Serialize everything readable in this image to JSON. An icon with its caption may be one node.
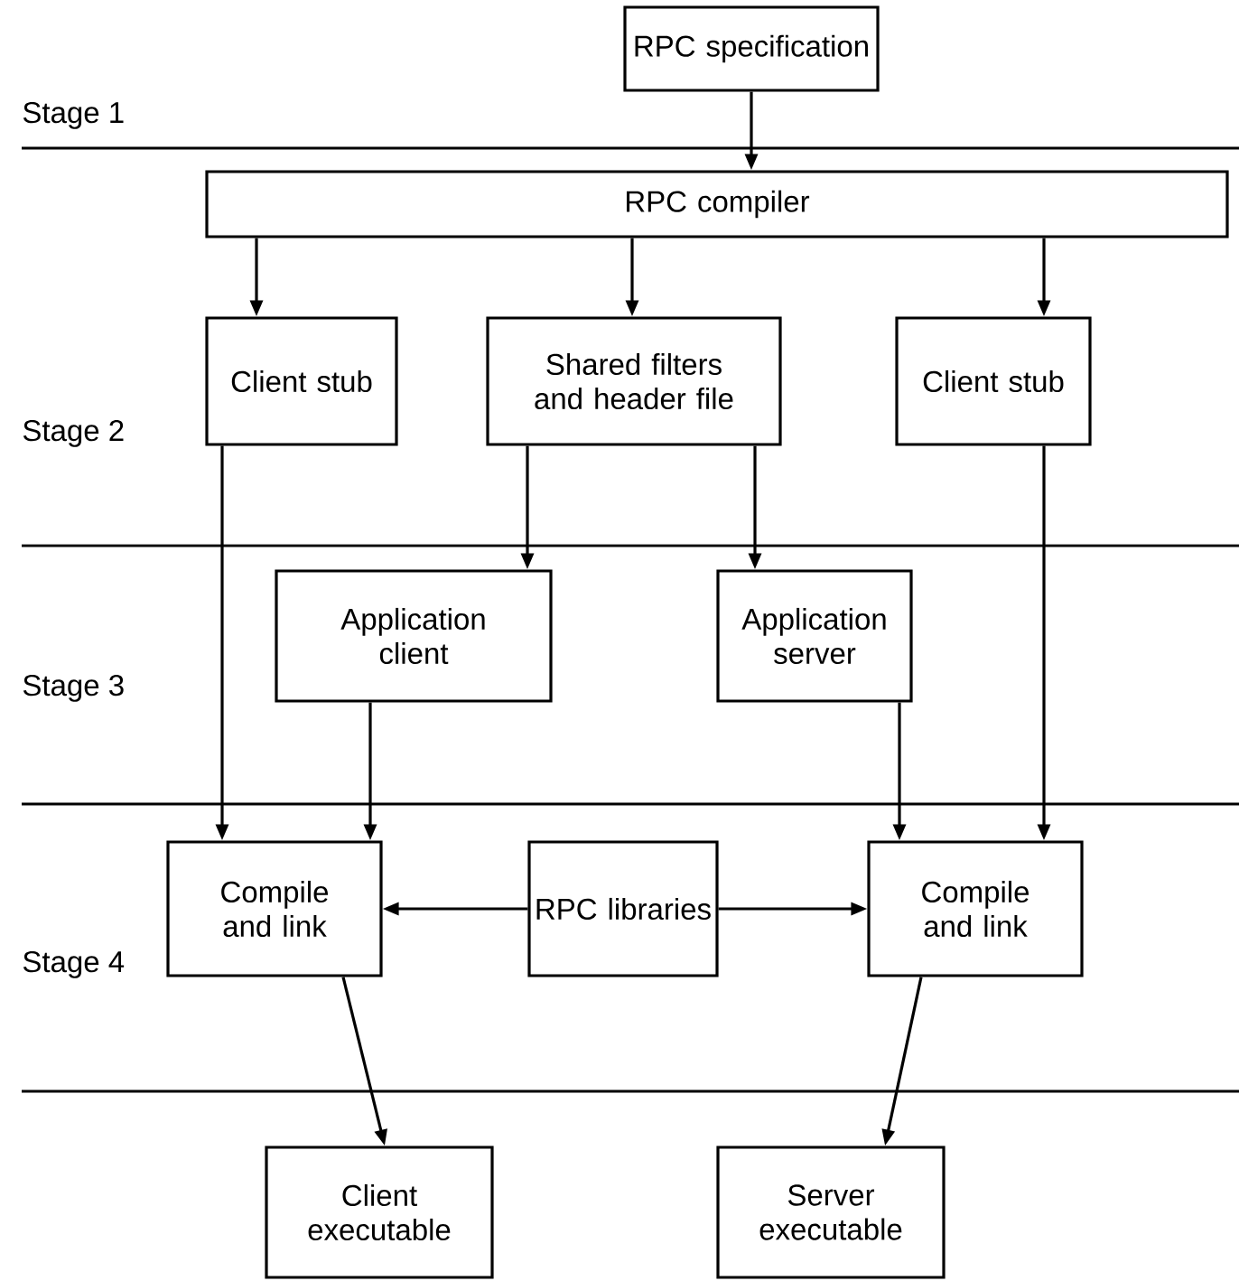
{
  "diagram": {
    "nodes": [
      {
        "text": [
          "RPC specification"
        ]
      },
      {
        "text": [
          "RPC compiler"
        ]
      },
      {
        "text": [
          "Client stub"
        ]
      },
      {
        "text": [
          "Shared filters and header file"
        ]
      },
      {
        "text": [
          "Client stub"
        ]
      },
      {
        "text": [
          "Application client"
        ]
      },
      {
        "text": [
          "Application server"
        ]
      },
      {
        "text": [
          "Compile and link"
        ]
      },
      {
        "text": [
          "RPC libraries"
        ]
      },
      {
        "text": [
          "Compile and link"
        ]
      },
      {
        "text": [
          "Client executable"
        ]
      },
      {
        "text": [
          "Server executable"
        ]
      }
    ],
    "edges": [
      {
        "from": 0,
        "to": 1,
        "arrow": "to"
      },
      {
        "from": 1,
        "to": 2,
        "arrow": "to"
      },
      {
        "from": 1,
        "to": 3,
        "arrow": "to"
      },
      {
        "from": 1,
        "to": 4,
        "arrow": "to"
      },
      {
        "from": 3,
        "to": 5,
        "arrow": "to"
      },
      {
        "from": 3,
        "to": 6,
        "arrow": "to"
      },
      {
        "from": 2,
        "to": 7,
        "arrow": "to"
      },
      {
        "from": 5,
        "to": 7,
        "arrow": "to"
      },
      {
        "from": 6,
        "to": 9,
        "arrow": "to"
      },
      {
        "from": 4,
        "to": 9,
        "arrow": "to"
      },
      {
        "from": 8,
        "to": 7,
        "arrow": "to"
      },
      {
        "from": 8,
        "to": 9,
        "arrow": "to"
      },
      {
        "from": 7,
        "to": 10,
        "arrow": "to"
      },
      {
        "from": 9,
        "to": 11,
        "arrow": "to"
      }
    ],
    "labels": [
      "Stage 1",
      "Stage 2",
      "Stage 3",
      "Stage 4"
    ]
  }
}
